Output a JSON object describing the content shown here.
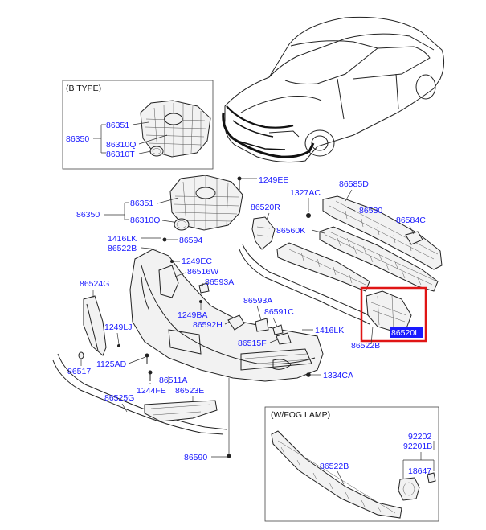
{
  "insets": {
    "b_type": {
      "title": "(B TYPE)"
    },
    "fog_lamp": {
      "title": "(W/FOG LAMP)"
    }
  },
  "labels": {
    "p86351_b": "86351",
    "p86350_b": "86350",
    "p86310Q_b": "86310Q",
    "p86310T_b": "86310T",
    "p1249EE": "1249EE",
    "p86351": "86351",
    "p86350": "86350",
    "p86310Q": "86310Q",
    "p1327AC": "1327AC",
    "p86585D": "86585D",
    "p86520R": "86520R",
    "p86530": "86530",
    "p86584C": "86584C",
    "p86560K": "86560K",
    "p1416LK_top": "1416LK",
    "p86522B_top": "86522B",
    "p86594": "86594",
    "p1249EC": "1249EC",
    "p86516W": "86516W",
    "p86593A_top": "86593A",
    "p86524G": "86524G",
    "p1249BA": "1249BA",
    "p86592H": "86592H",
    "p86593A": "86593A",
    "p86591C": "86591C",
    "p1416LK": "1416LK",
    "p86515F": "86515F",
    "p86522B_mid": "86522B",
    "p1249LJ": "1249LJ",
    "p86517": "86517",
    "p1125AD": "1125AD",
    "p86511A": "86511A",
    "p1244FE": "1244FE",
    "p86523E": "86523E",
    "p1334CA": "1334CA",
    "p86525G": "86525G",
    "p86590": "86590",
    "p92202": "92202",
    "p92201B": "92201B",
    "p86522B_fog": "86522B",
    "p18647": "18647"
  },
  "highlight": {
    "label": "86520L",
    "color": "#e01515"
  }
}
